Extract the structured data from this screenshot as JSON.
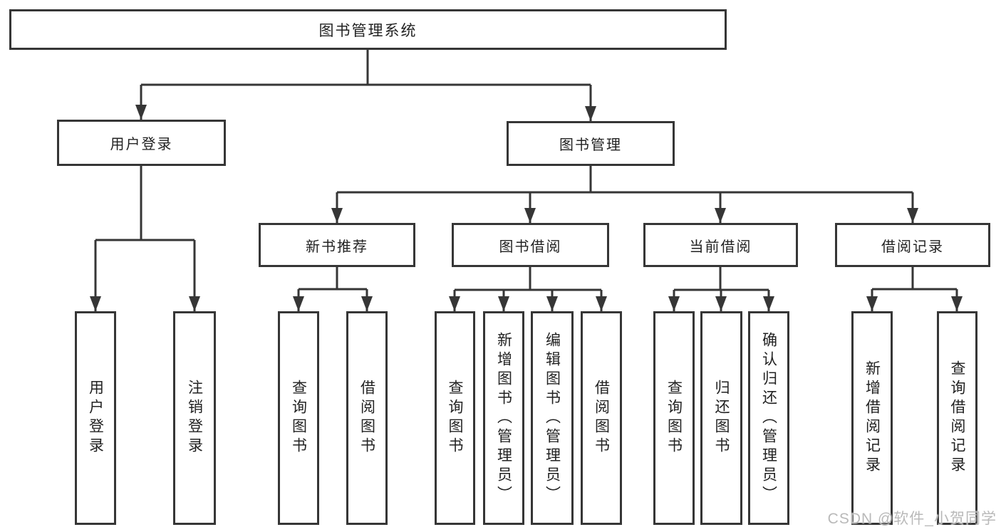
{
  "diagram": {
    "root": {
      "label": "图书管理系统"
    },
    "branches": [
      {
        "label": "用户登录",
        "children": [
          {
            "label": "用户登录"
          },
          {
            "label": "注销登录"
          }
        ]
      },
      {
        "label": "图书管理",
        "children": [
          {
            "label": "新书推荐",
            "children": [
              {
                "label": "查询图书"
              },
              {
                "label": "借阅图书"
              }
            ]
          },
          {
            "label": "图书借阅",
            "children": [
              {
                "label": "查询图书"
              },
              {
                "label": "新增图书（管理员）"
              },
              {
                "label": "编辑图书（管理员）"
              },
              {
                "label": "借阅图书"
              }
            ]
          },
          {
            "label": "当前借阅",
            "children": [
              {
                "label": "查询图书"
              },
              {
                "label": "归还图书"
              },
              {
                "label": "确认归还（管理员）"
              }
            ]
          },
          {
            "label": "借阅记录",
            "children": [
              {
                "label": "新增借阅记录"
              },
              {
                "label": "查询借阅记录"
              }
            ]
          }
        ]
      }
    ]
  },
  "watermark": {
    "text": "CSDN @软件_小贺同学"
  },
  "colors": {
    "line": "#363636",
    "box_border": "#363636",
    "text": "#222222",
    "watermark": "#b9b9b9",
    "background": "#ffffff"
  }
}
